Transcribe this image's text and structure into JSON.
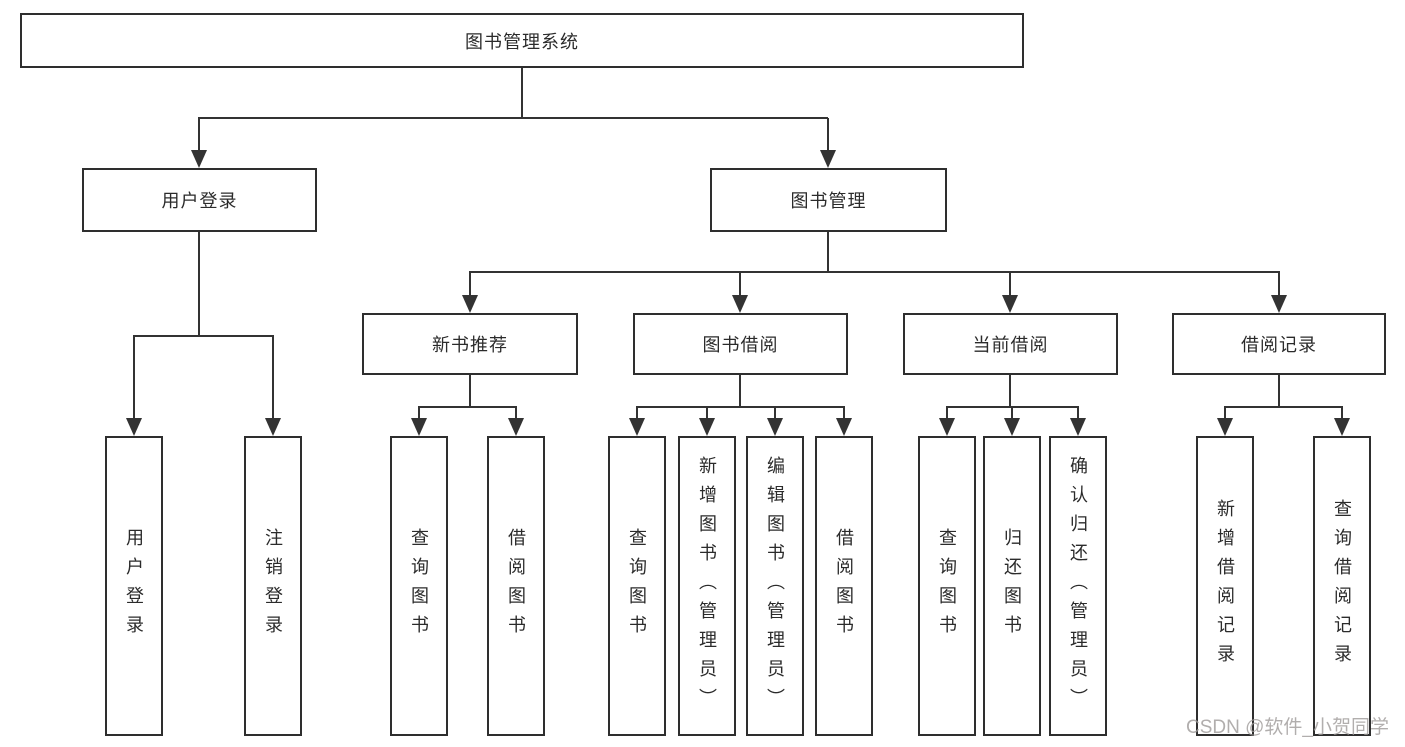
{
  "tree": {
    "label": "图书管理系统",
    "children": [
      {
        "label": "用户登录",
        "children": [
          {
            "label": "用户登录"
          },
          {
            "label": "注销登录"
          }
        ]
      },
      {
        "label": "图书管理",
        "children": [
          {
            "label": "新书推荐",
            "children": [
              {
                "label": "查询图书"
              },
              {
                "label": "借阅图书"
              }
            ]
          },
          {
            "label": "图书借阅",
            "children": [
              {
                "label": "查询图书"
              },
              {
                "label": "新增图书（管理员）"
              },
              {
                "label": "编辑图书（管理员）"
              },
              {
                "label": "借阅图书"
              }
            ]
          },
          {
            "label": "当前借阅",
            "children": [
              {
                "label": "查询图书"
              },
              {
                "label": "归还图书"
              },
              {
                "label": "确认归还（管理员）"
              }
            ]
          },
          {
            "label": "借阅记录",
            "children": [
              {
                "label": "新增借阅记录"
              },
              {
                "label": "查询借阅记录"
              }
            ]
          }
        ]
      }
    ]
  },
  "watermark": {
    "text": "CSDN @软件_小贺同学"
  },
  "colors": {
    "line": "#333333",
    "box_border": "#2e2e2e",
    "text": "#2b2b2b",
    "watermark_text": "#9e9a99",
    "background": "#ffffff"
  }
}
